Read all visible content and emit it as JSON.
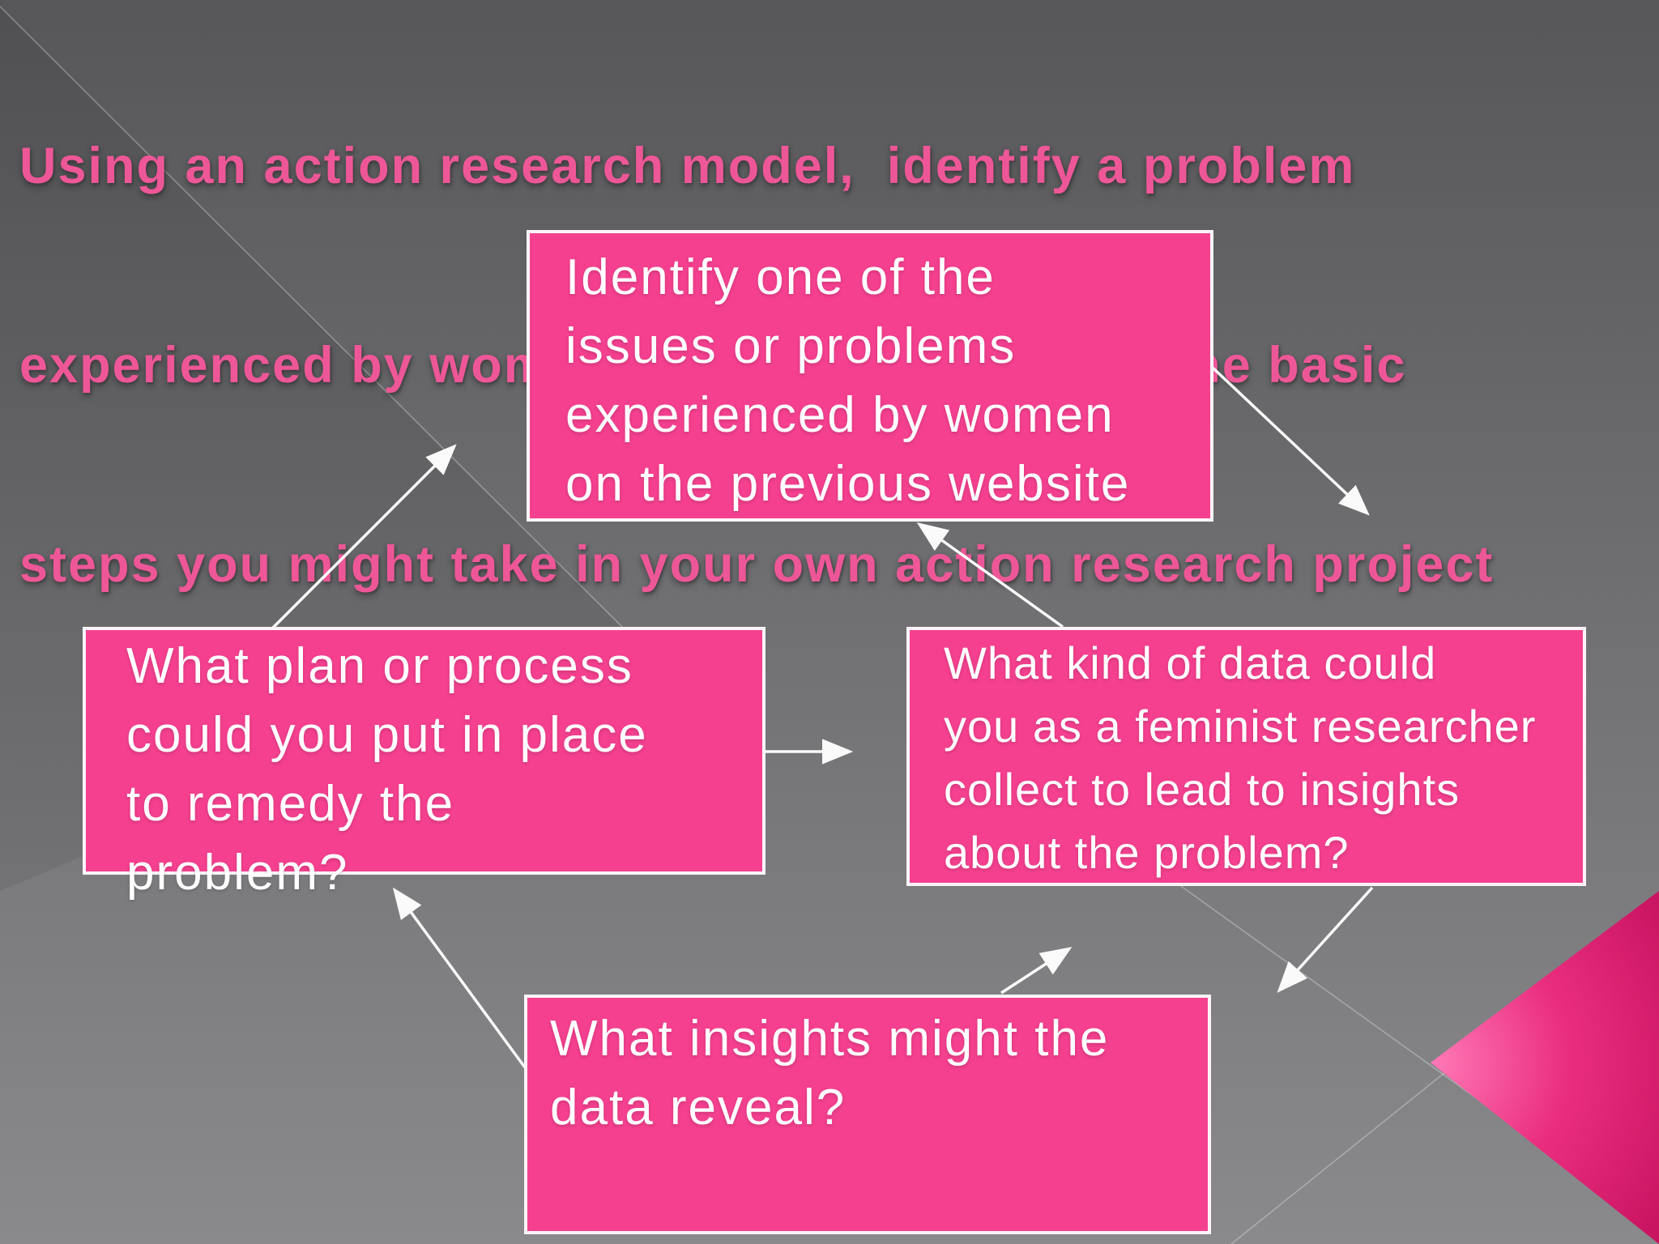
{
  "slide": {
    "title_lines": [
      "Using an action research model,  identify a problem",
      "experienced by women. Imagine and outline the basic",
      "steps you might take in your own action research project"
    ],
    "boxes": [
      {
        "id": "identify",
        "lines": [
          "Identify one of the",
          "issues or problems",
          "experienced by women",
          "on the previous website"
        ]
      },
      {
        "id": "plan",
        "lines": [
          "What plan or process",
          "could you put in place",
          "to remedy the",
          "problem?"
        ]
      },
      {
        "id": "data",
        "lines": [
          "What kind of data could",
          "you as a feminist researcher",
          "collect to lead to insights",
          "about the problem?"
        ]
      },
      {
        "id": "insights",
        "lines": [
          "What insights might the",
          "data reveal?"
        ]
      }
    ],
    "diagram": {
      "type": "cycle",
      "connections": [
        {
          "from": "plan",
          "to": "identify"
        },
        {
          "from": "identify",
          "to": "data"
        },
        {
          "from": "data",
          "to": "identify"
        },
        {
          "from": "plan",
          "to": "data"
        },
        {
          "from": "insights",
          "to": "plan"
        },
        {
          "from": "insights",
          "to": "data"
        },
        {
          "from": "data",
          "to": "insights"
        }
      ]
    },
    "colors": {
      "background_top": "#57575A",
      "background_bottom": "#8A8A8D",
      "title_pink": "#EE5797",
      "box_pink": "#F4408F",
      "box_border": "#FBF3F7",
      "box_text": "#FFFFFF",
      "arrow": "#FAFAFA",
      "triangle_light": "#FF77B5",
      "triangle_mid": "#EA2E7F",
      "triangle_dark": "#BC0A56"
    }
  }
}
